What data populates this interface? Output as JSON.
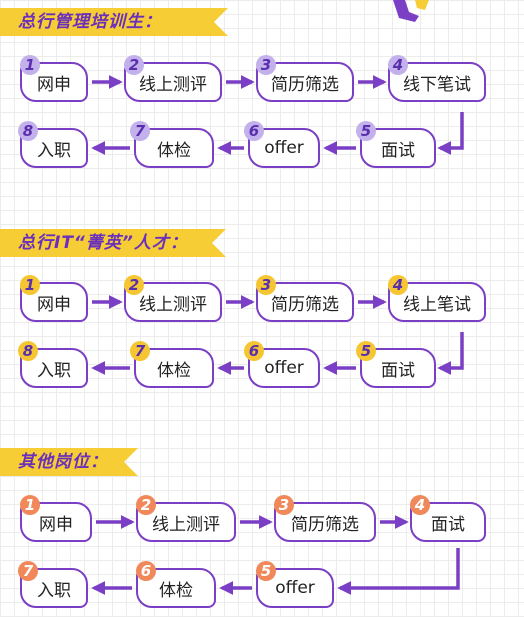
{
  "sections": [
    {
      "title": "总行管理培训生：",
      "badge_style": "purple",
      "row1": [
        {
          "num": "1",
          "label": "网申"
        },
        {
          "num": "2",
          "label": "线上测评"
        },
        {
          "num": "3",
          "label": "简历筛选"
        },
        {
          "num": "4",
          "label": "线下笔试"
        }
      ],
      "row2": [
        {
          "num": "8",
          "label": "入职"
        },
        {
          "num": "7",
          "label": "体检"
        },
        {
          "num": "6",
          "label": "offer"
        },
        {
          "num": "5",
          "label": "面试"
        }
      ]
    },
    {
      "title": "总行IT“菁英”人才：",
      "badge_style": "yellow",
      "row1": [
        {
          "num": "1",
          "label": "网申"
        },
        {
          "num": "2",
          "label": "线上测评"
        },
        {
          "num": "3",
          "label": "简历筛选"
        },
        {
          "num": "4",
          "label": "线上笔试"
        }
      ],
      "row2": [
        {
          "num": "8",
          "label": "入职"
        },
        {
          "num": "7",
          "label": "体检"
        },
        {
          "num": "6",
          "label": "offer"
        },
        {
          "num": "5",
          "label": "面试"
        }
      ]
    },
    {
      "title": "其他岗位：",
      "badge_style": "orange",
      "row1": [
        {
          "num": "1",
          "label": "网申"
        },
        {
          "num": "2",
          "label": "线上测评"
        },
        {
          "num": "3",
          "label": "简历筛选"
        },
        {
          "num": "4",
          "label": "面试"
        }
      ],
      "row2": [
        {
          "num": "7",
          "label": "入职"
        },
        {
          "num": "6",
          "label": "体检"
        },
        {
          "num": "5",
          "label": "offer"
        }
      ]
    }
  ],
  "colors": {
    "accent": "#7a3fc4",
    "banner": "#f6cd34",
    "badge_purple": "#c3b1ec",
    "badge_yellow": "#f5c632",
    "badge_orange": "#f0885a"
  }
}
